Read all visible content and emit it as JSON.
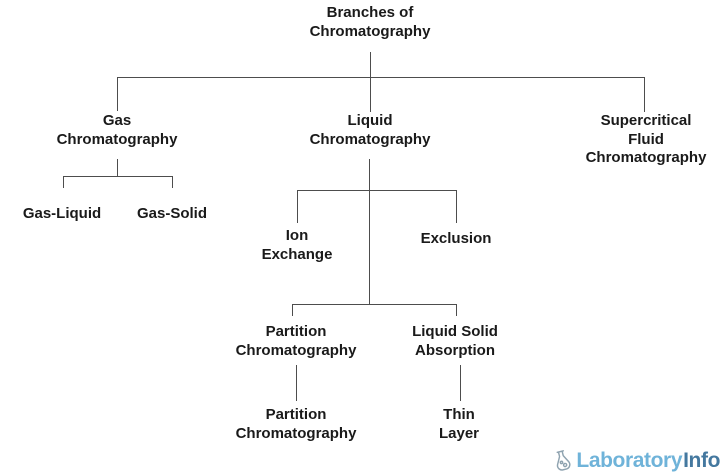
{
  "title": "Branches of Chromatography",
  "tree": {
    "label": "Branches of\nChromatography",
    "children": [
      {
        "label": "Gas\nChromatography",
        "children": [
          {
            "label": "Gas-Liquid"
          },
          {
            "label": "Gas-Solid"
          }
        ]
      },
      {
        "label": "Liquid\nChromatography",
        "children": [
          {
            "label": "Ion\nExchange"
          },
          {
            "label": "Exclusion"
          },
          {
            "label": "Partition\nChromatography",
            "children": [
              {
                "label": "Partition\nChromatography"
              }
            ]
          },
          {
            "label": "Liquid Solid\nAbsorption",
            "children": [
              {
                "label": "Thin\nLayer"
              }
            ]
          }
        ]
      },
      {
        "label": "Supercritical\nFluid\nChromatography"
      }
    ]
  },
  "watermark": {
    "brand": "LaboratoryInfo",
    "brand_light": "Laboratory",
    "brand_dark": "Info",
    "icon": "flask-icon"
  },
  "colors": {
    "background": "#ffffff",
    "connector": "#4d4d4d",
    "text": "#1a1a1a",
    "brand_light": "#6fb3d9",
    "brand_dark": "#44789f",
    "brand_icon": "#8fa3b0"
  }
}
